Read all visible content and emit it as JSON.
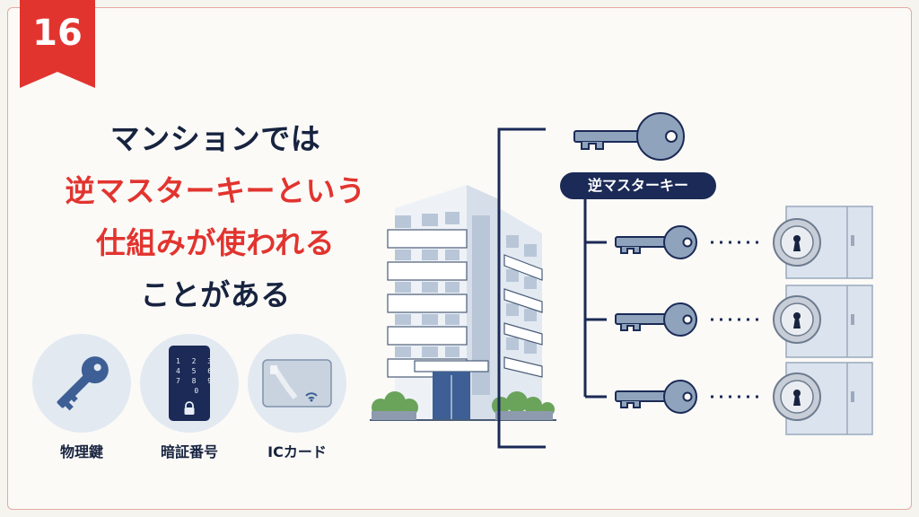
{
  "badge": {
    "number": "16",
    "color": "#e2342f"
  },
  "headline": {
    "line1": "マンションでは",
    "line2": "逆マスターキーという",
    "line3": "仕組みが使われる",
    "line4": "ことがある"
  },
  "methods": [
    {
      "label": "物理鍵",
      "icon": "key-icon"
    },
    {
      "label": "暗証番号",
      "icon": "keypad-icon",
      "digits": "1 2 3\n4 5 6\n7 8 9\n  0"
    },
    {
      "label": "ICカード",
      "icon": "ic-card-icon"
    }
  ],
  "diagram": {
    "master_key_label": "逆マスターキー",
    "unit_count": 3
  },
  "colors": {
    "accent_red": "#e2342f",
    "navy": "#1b2a56",
    "key_steel": "#8fa4bc",
    "circle_bg": "#e3e9f1"
  }
}
